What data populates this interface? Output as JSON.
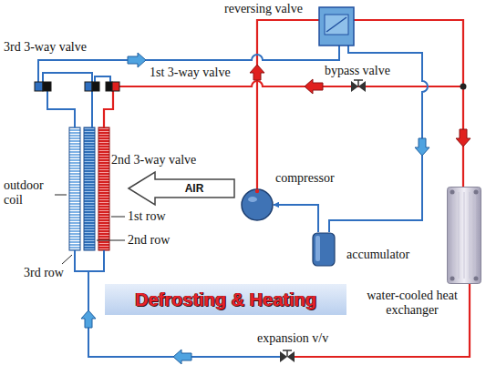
{
  "diagram": {
    "nodes": [
      {
        "text": [
          "compressor"
        ]
      },
      {
        "text": [
          "AIR"
        ]
      },
      {
        "text": [
          "accumulator"
        ]
      },
      {
        "text": [
          "Defrosting & Heating"
        ]
      },
      {
        "text": [
          "water-cooled heat exchanger"
        ]
      }
    ],
    "edges": [
      {
        "from": 2,
        "to": 0,
        "arrow": "to"
      }
    ],
    "labels": [
      "reversing valve",
      "3rd 3-way valve",
      "1st 3-way valve",
      "bypass valve",
      "2nd 3-way valve",
      "outdoor coil",
      "1st row",
      "2nd row",
      "3rd row",
      "expansion v/v"
    ]
  }
}
